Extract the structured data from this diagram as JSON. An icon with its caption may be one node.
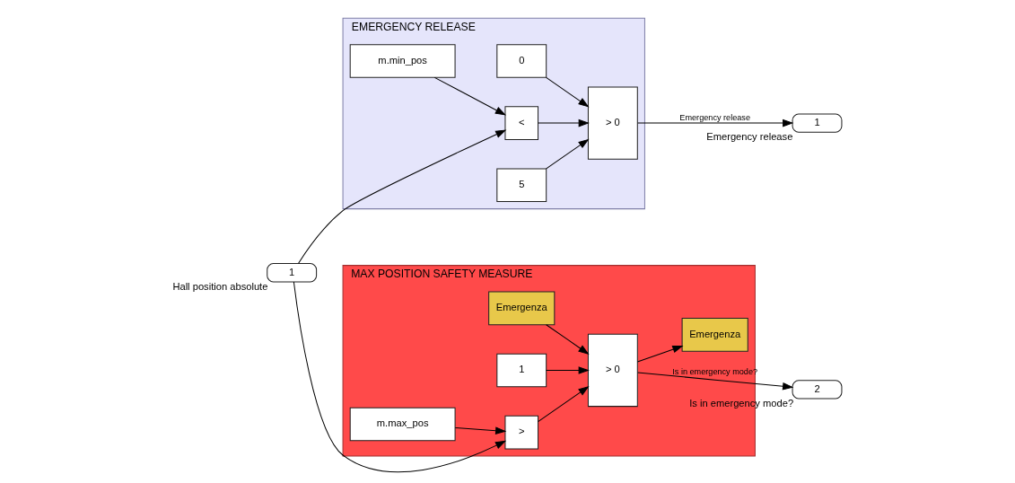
{
  "diagram": {
    "nodes": [
      {
        "text": [
          "EMERGENCY RELEASE"
        ]
      },
      {
        "text": [
          "0"
        ],
        "in": 0
      },
      {
        "text": [
          "<"
        ],
        "in": 0
      },
      {
        "text": [
          "m.min_pos"
        ],
        "in": 0
      },
      {
        "text": [
          "> 0"
        ],
        "in": 0
      },
      {
        "text": [
          "5"
        ],
        "in": 0
      },
      {
        "text": [
          "1"
        ],
        "beside": [
          "Emergency release"
        ]
      },
      {
        "text": [
          "1"
        ],
        "beside": [
          "Hall position absolute"
        ]
      },
      {
        "text": [
          "MAX POSITION SAFETY MEASURE"
        ]
      },
      {
        "text": [
          "1"
        ],
        "in": 8
      },
      {
        "text": [
          ">"
        ],
        "in": 8
      },
      {
        "text": [
          "m.max_pos"
        ],
        "in": 8
      },
      {
        "text": [
          "Emergenza"
        ],
        "in": 8
      },
      {
        "text": [
          "> 0"
        ],
        "in": 8
      },
      {
        "text": [
          "Emergenza"
        ],
        "in": 8
      },
      {
        "text": [
          "2"
        ],
        "beside": [
          "Is in emergency mode?"
        ]
      }
    ],
    "edges": [
      {
        "from": 7,
        "to": 2,
        "arrow": "to"
      },
      {
        "from": 3,
        "to": 2,
        "arrow": "to"
      },
      {
        "from": 1,
        "to": 4,
        "arrow": "to"
      },
      {
        "from": 2,
        "to": 4,
        "arrow": "to"
      },
      {
        "from": 5,
        "to": 4,
        "arrow": "to"
      },
      {
        "from": 4,
        "to": 6,
        "arrow": "to",
        "label": "Emergency release"
      },
      {
        "from": 7,
        "to": 10,
        "arrow": "to"
      },
      {
        "from": 11,
        "to": 10,
        "arrow": "to"
      },
      {
        "from": 9,
        "to": 13,
        "arrow": "to"
      },
      {
        "from": 10,
        "to": 13,
        "arrow": "to"
      },
      {
        "from": 12,
        "to": 13,
        "arrow": "to"
      },
      {
        "from": 13,
        "to": 14,
        "arrow": "to"
      },
      {
        "from": 13,
        "to": 15,
        "arrow": "to",
        "label": "Is in emergency mode?"
      }
    ]
  }
}
